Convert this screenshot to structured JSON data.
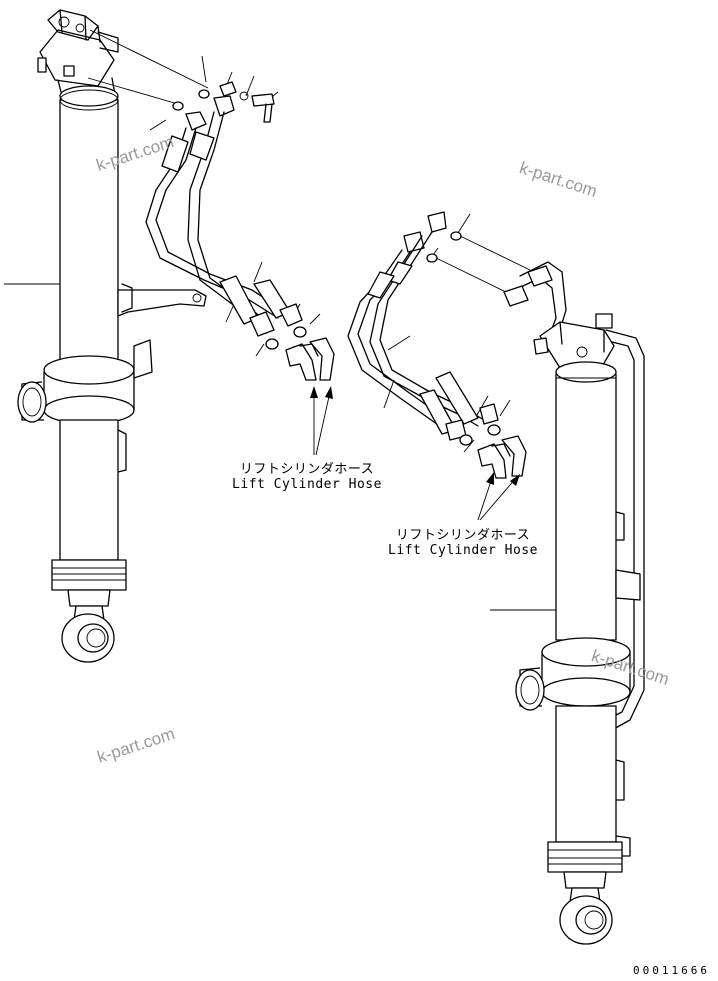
{
  "callouts": {
    "hose_a_jp": "リフトシリンダホース",
    "hose_a_en": "Lift Cylinder Hose",
    "hose_b_jp": "リフトシリンダホース",
    "hose_b_en": "Lift Cylinder Hose"
  },
  "watermarks": [
    "k-part.com",
    "k-part.com",
    "k-part.com",
    "k-part.com"
  ],
  "drawing_code": "00011666"
}
